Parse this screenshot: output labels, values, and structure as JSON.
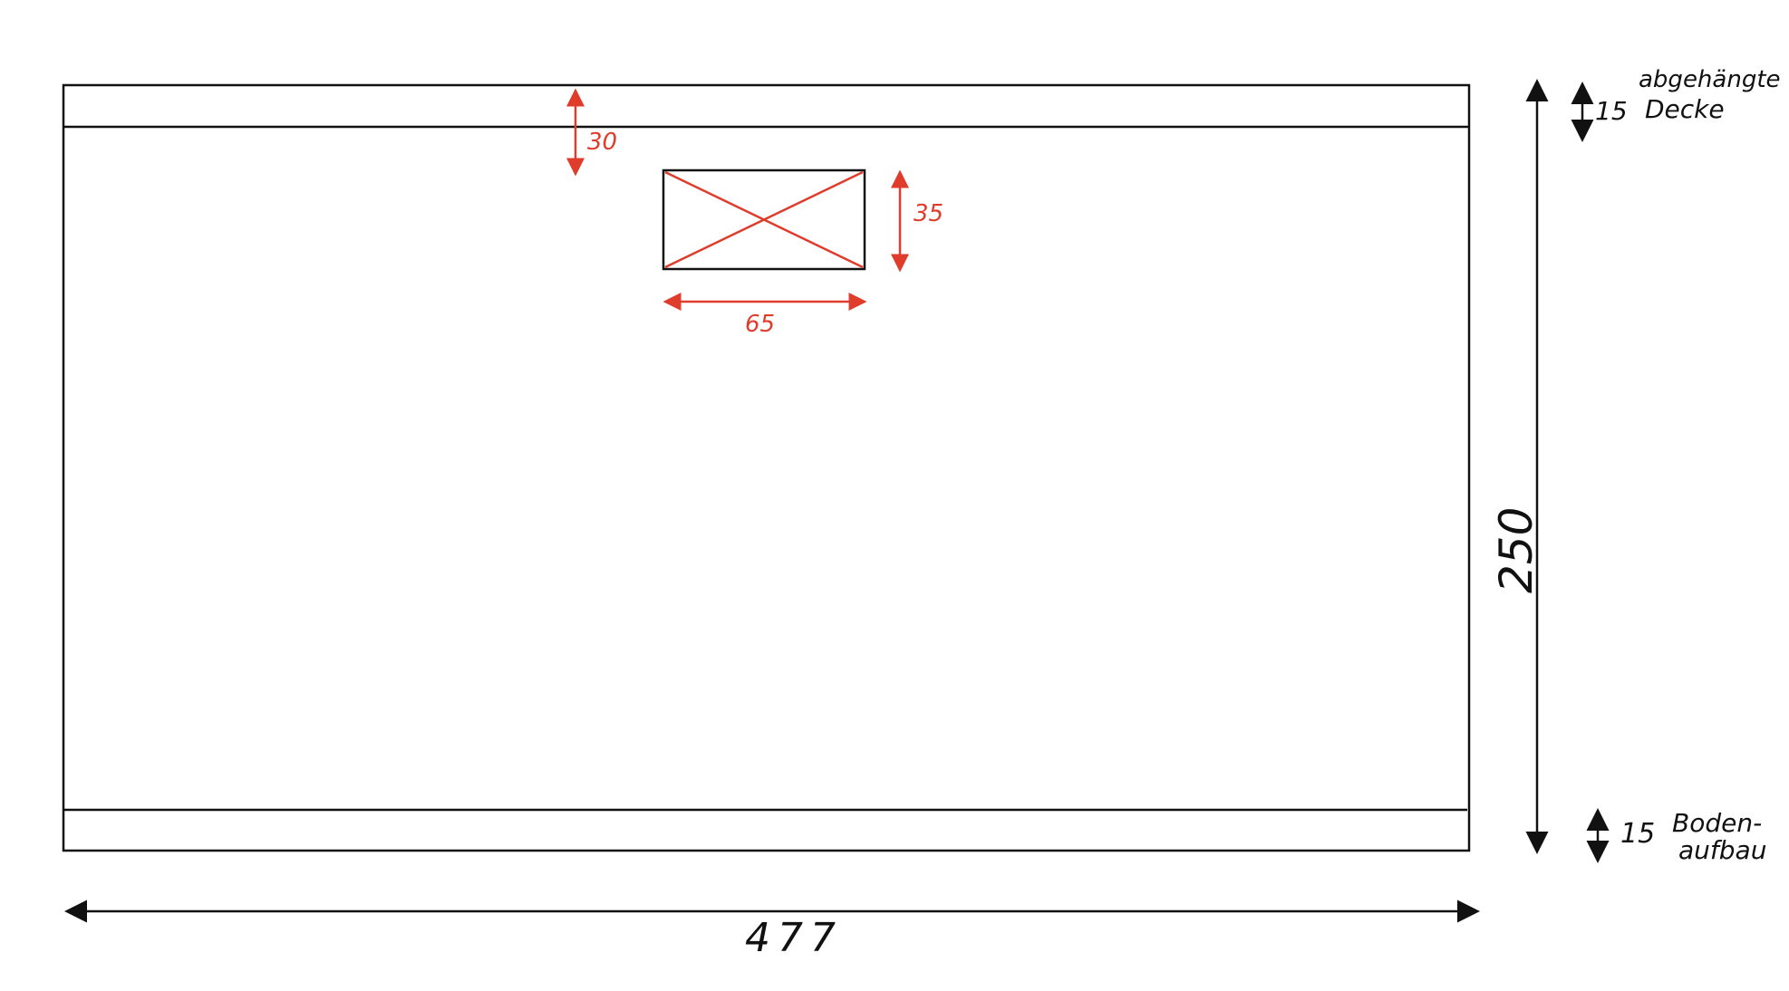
{
  "colors": {
    "outline": "#111111",
    "annotation": "#e03c2c"
  },
  "dimensions": {
    "wall_width": "477",
    "wall_height": "250",
    "window_offset_top": "30",
    "window_width": "65",
    "window_height": "35",
    "ceiling_height": "15",
    "ceiling_label_line1": "abgehängte",
    "ceiling_label_line2": "Decke",
    "floor_height": "15",
    "floor_label_line1": "Boden-",
    "floor_label_line2": "aufbau"
  }
}
